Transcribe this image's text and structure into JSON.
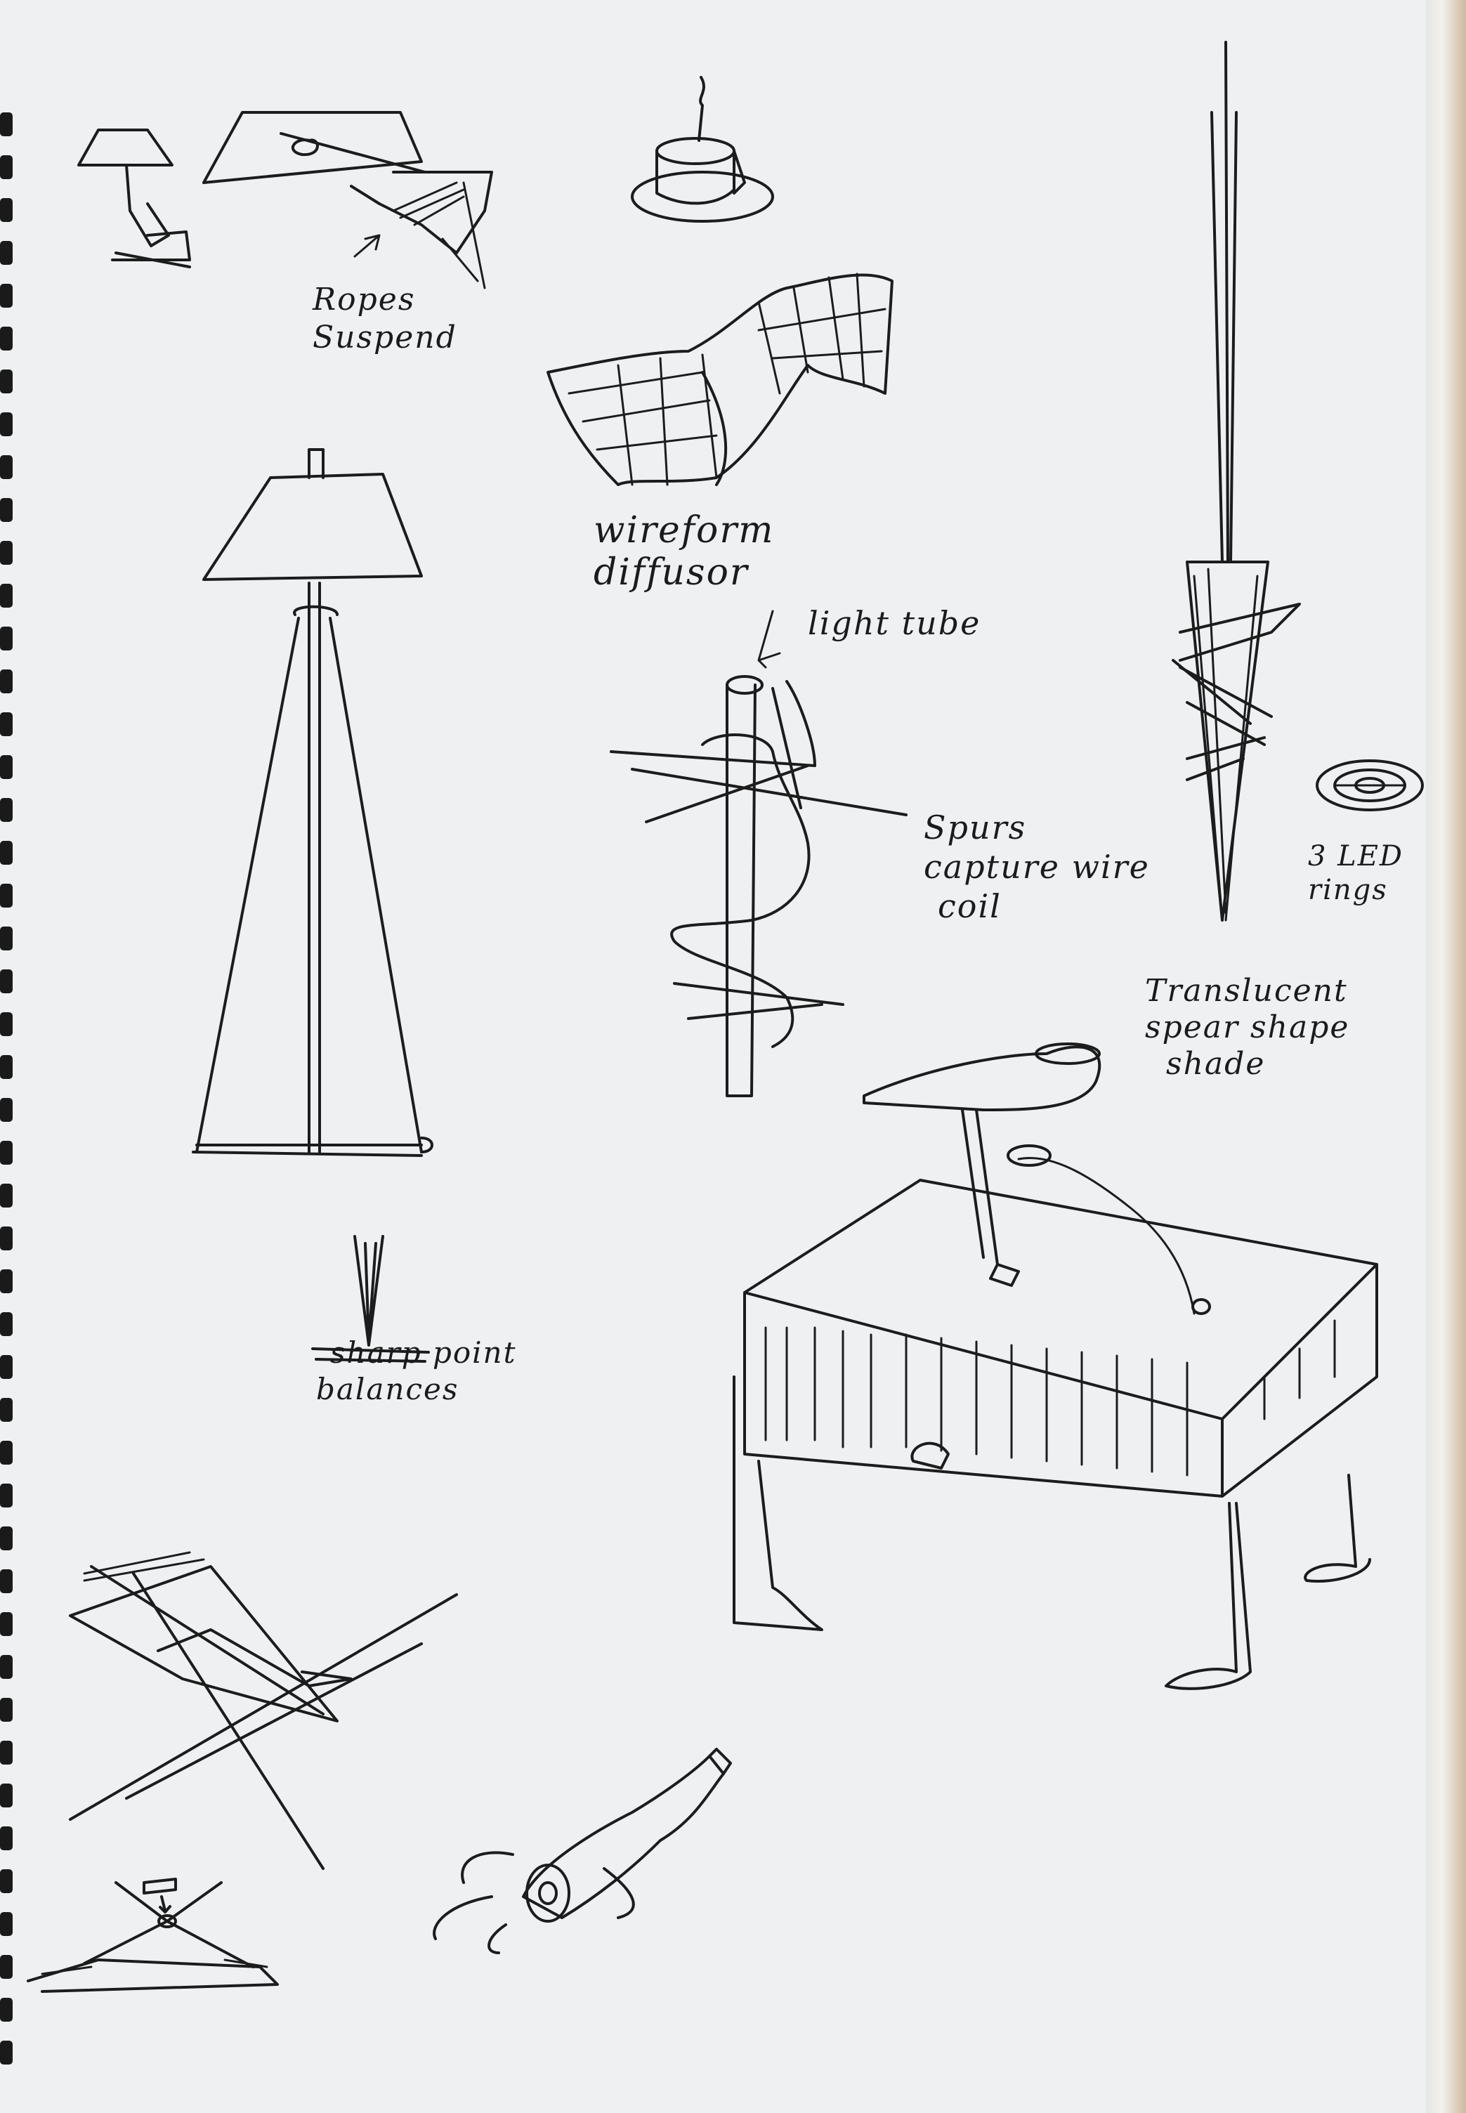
{
  "notes": {
    "ropes": [
      "Ropes",
      "Suspend"
    ],
    "wireform": [
      "wireform",
      "diffusor"
    ],
    "light_tube": "light tube",
    "spurs": [
      "Spurs",
      "capture wire",
      "coil"
    ],
    "led": [
      "3 LED",
      "rings"
    ],
    "translucent": [
      "Translucent",
      "spear shape",
      "shade"
    ],
    "sharp": [
      "sharp point",
      "balances"
    ]
  },
  "icons": {
    "spiral": "spiral-binding-icon",
    "sketches": [
      "table-lamp-sketch",
      "rope-suspended-lamp-sketch",
      "candle-sketch",
      "wireform-diffusor-sketch",
      "spear-lamp-sketch",
      "led-ring-sketch",
      "tripod-floor-lamp-sketch",
      "light-tube-coil-sketch",
      "spear-shade-table-sketch",
      "sharp-point-sketch",
      "folded-plane-sketch",
      "bottle-lamp-sketch",
      "balance-lamp-sketch"
    ]
  },
  "colors": {
    "paper": "#eef0f2",
    "ink": "#1c1c1c",
    "binding": "#1a1a1a"
  }
}
